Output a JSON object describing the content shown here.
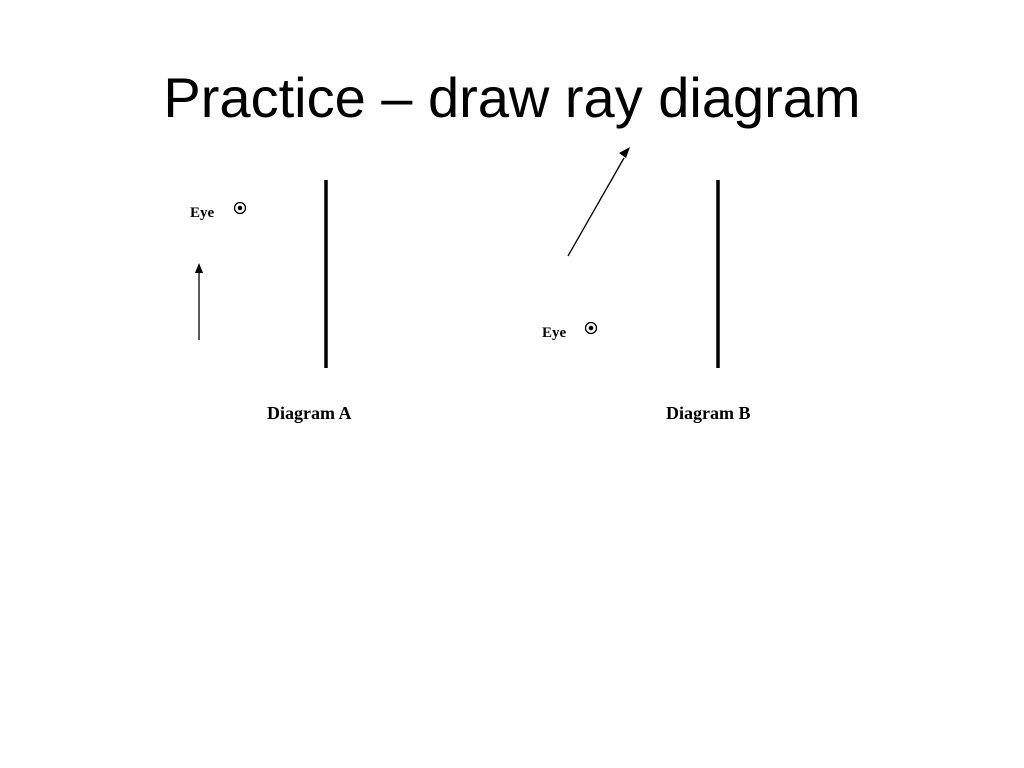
{
  "slide": {
    "title": "Practice – draw ray diagram"
  },
  "diagram_a": {
    "eye_label": "Eye",
    "caption": "Diagram A"
  },
  "diagram_b": {
    "eye_label": "Eye",
    "caption": "Diagram B"
  },
  "colors": {
    "background": "#ffffff",
    "ink": "#000000"
  }
}
